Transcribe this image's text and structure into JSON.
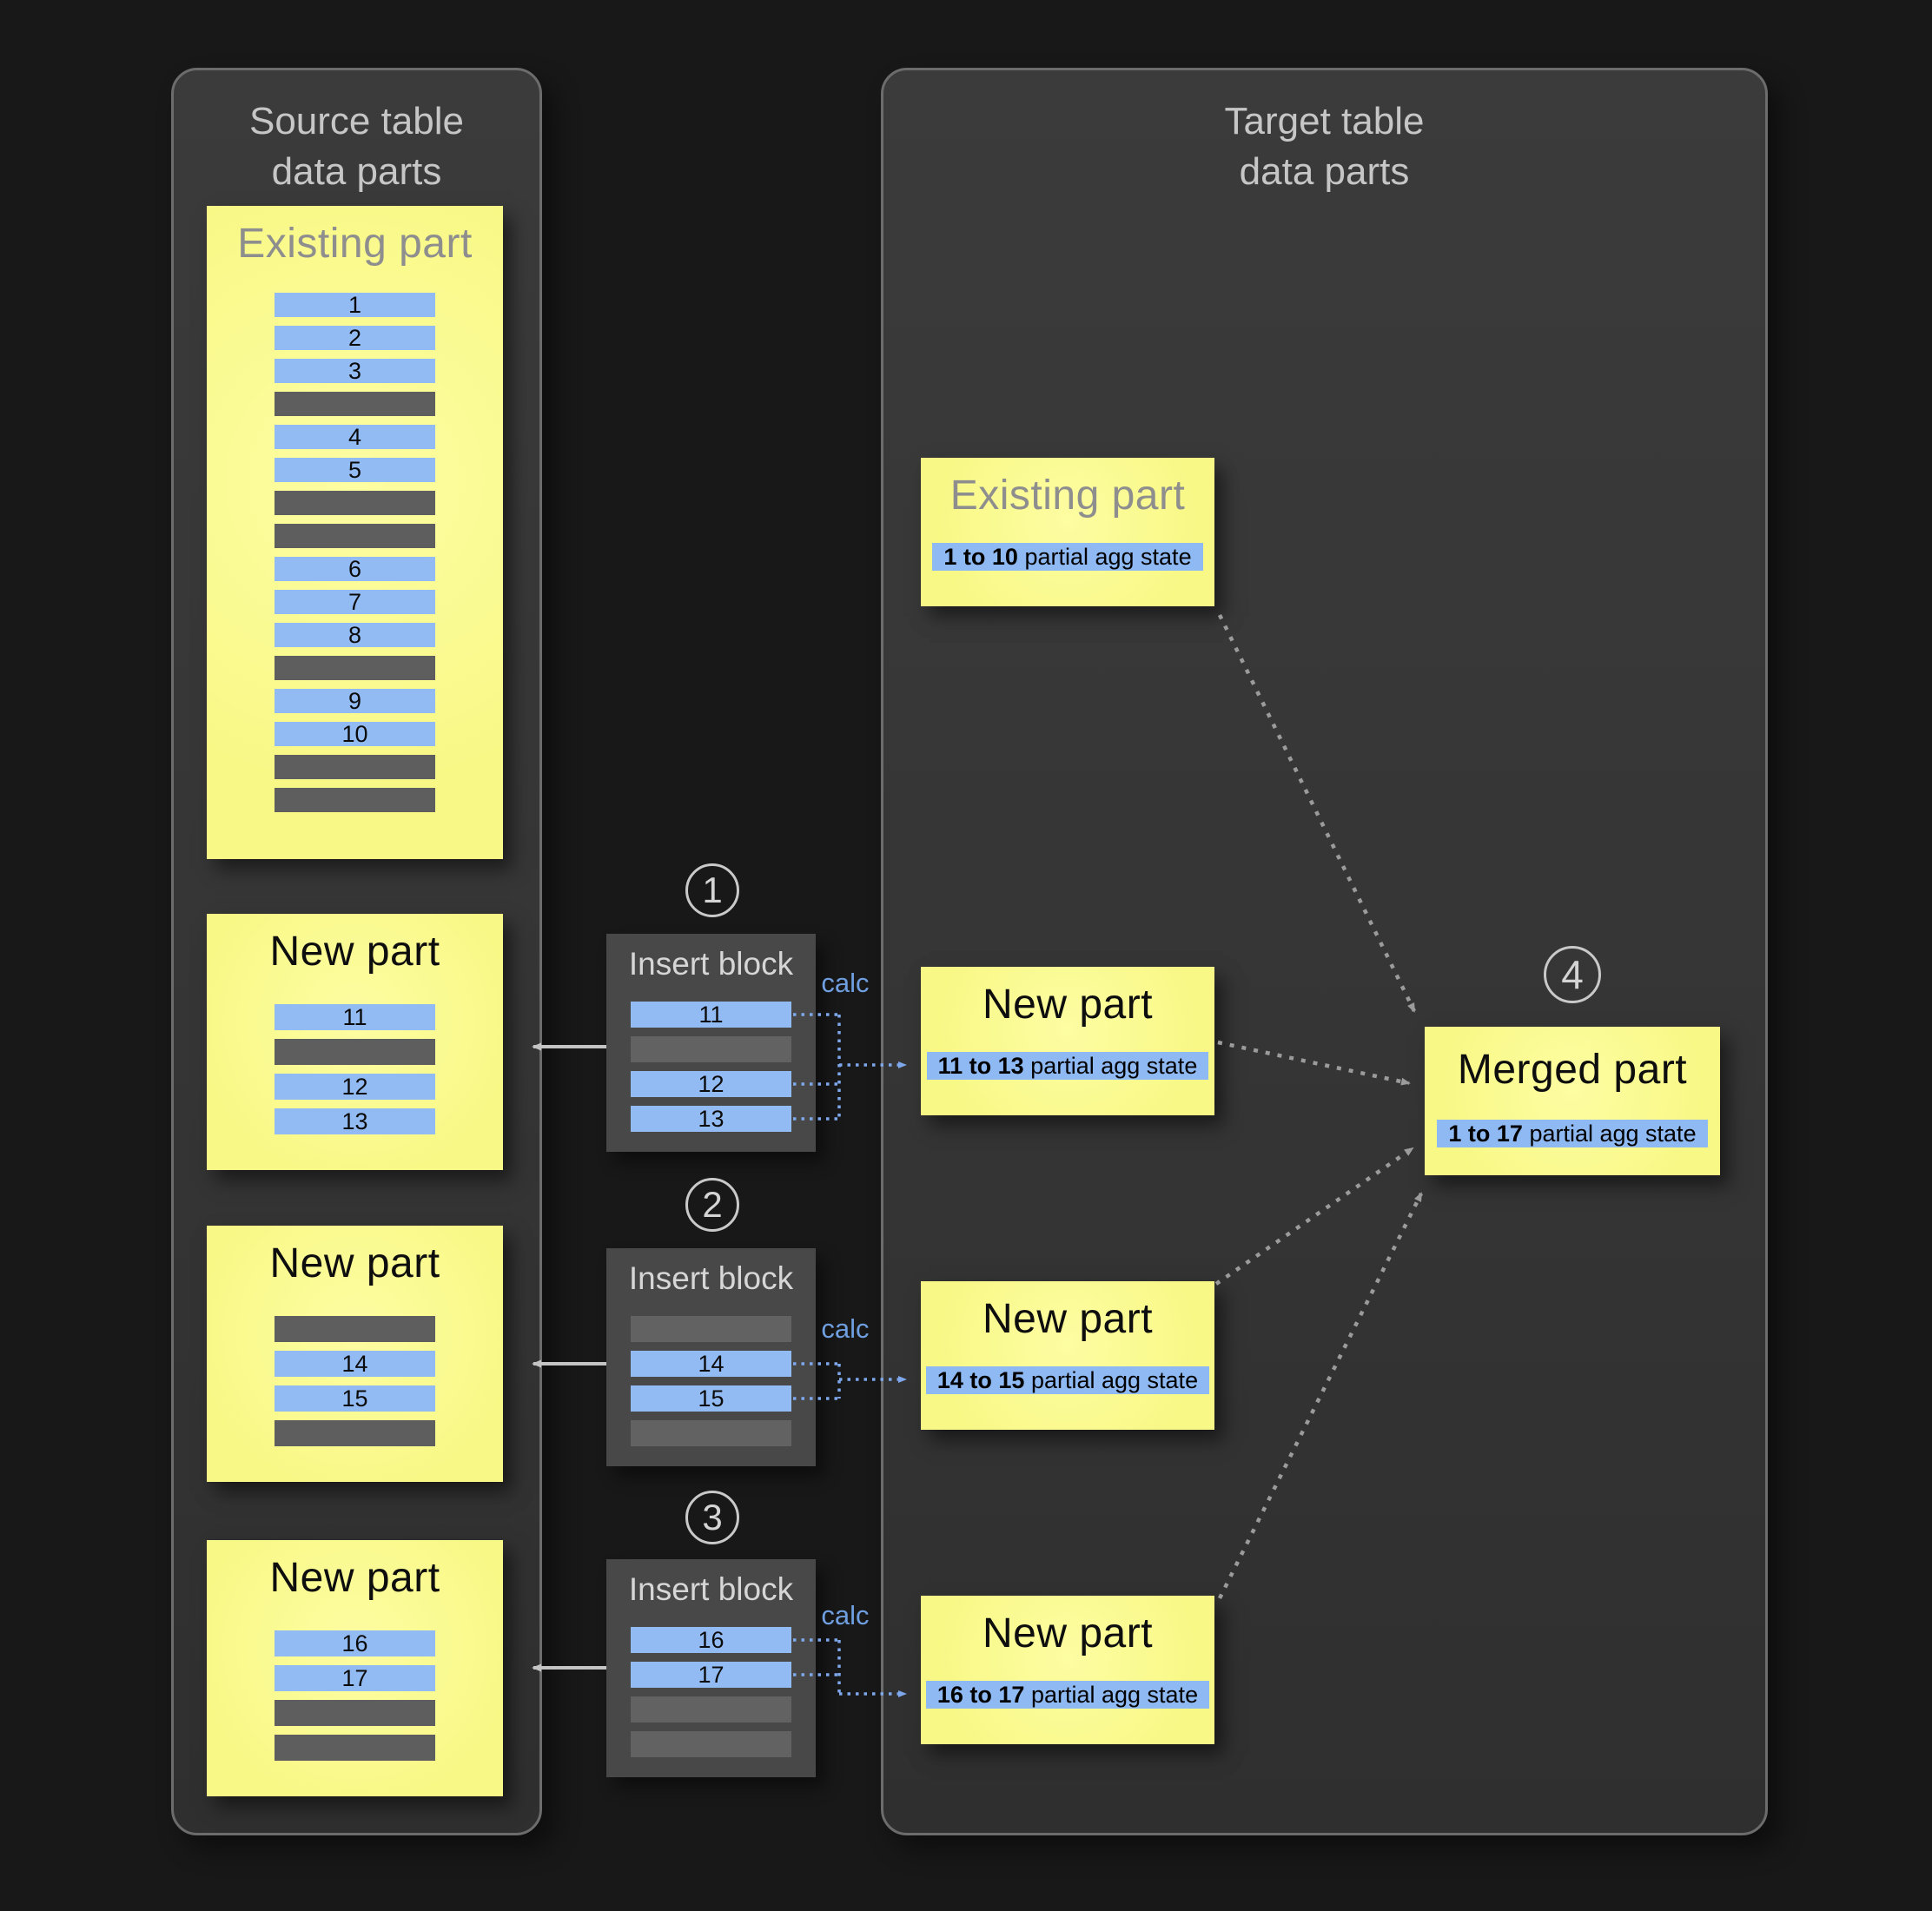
{
  "colors": {
    "background": "#181818",
    "panel_bg": "#363636",
    "part_yellow": "#f9f98c",
    "row_blue": "#93bbf3",
    "row_gray": "#5e5e5e",
    "chip_blue": "#8fb9f2",
    "calc_blue": "#6f9fe0",
    "merge_arrow_gray": "#9b9b9b"
  },
  "source_panel": {
    "title_line1": "Source table",
    "title_line2": "data parts",
    "existing_part": {
      "title": "Existing part",
      "rows": [
        "1",
        "2",
        "3",
        "",
        "4",
        "5",
        "",
        "",
        "6",
        "7",
        "8",
        "",
        "9",
        "10",
        "",
        ""
      ]
    },
    "new_parts": [
      {
        "title": "New part",
        "rows": [
          "11",
          "",
          "12",
          "13"
        ]
      },
      {
        "title": "New part",
        "rows": [
          "",
          "14",
          "15",
          ""
        ]
      },
      {
        "title": "New part",
        "rows": [
          "16",
          "17",
          "",
          ""
        ]
      }
    ]
  },
  "insert_blocks": [
    {
      "step": "1",
      "title": "Insert block",
      "calc_label": "calc",
      "rows": [
        "11",
        "",
        "12",
        "13"
      ]
    },
    {
      "step": "2",
      "title": "Insert block",
      "calc_label": "calc",
      "rows": [
        "",
        "14",
        "15",
        ""
      ]
    },
    {
      "step": "3",
      "title": "Insert block",
      "calc_label": "calc",
      "rows": [
        "16",
        "17",
        "",
        ""
      ]
    }
  ],
  "target_panel": {
    "title_line1": "Target table",
    "title_line2": "data parts",
    "existing_part": {
      "title": "Existing part",
      "agg_range": "1 to 10",
      "agg_suffix": " partial agg state"
    },
    "new_parts": [
      {
        "title": "New part",
        "agg_range": "11 to 13",
        "agg_suffix": " partial agg state"
      },
      {
        "title": "New part",
        "agg_range": "14 to 15",
        "agg_suffix": " partial agg state"
      },
      {
        "title": "New part",
        "agg_range": "16 to 17",
        "agg_suffix": " partial agg state"
      }
    ],
    "merged_part": {
      "step": "4",
      "title": "Merged part",
      "agg_range": "1 to 17",
      "agg_suffix": " partial agg state"
    }
  }
}
